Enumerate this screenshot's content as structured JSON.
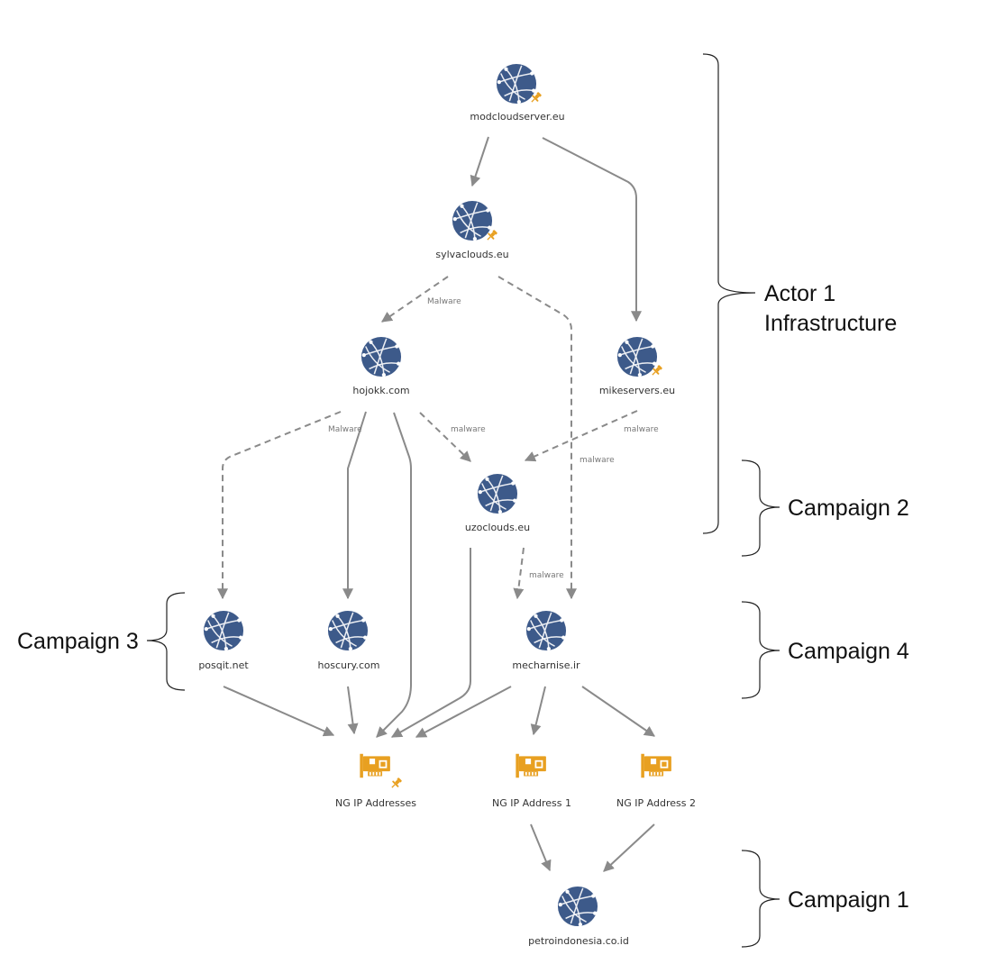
{
  "colors": {
    "domain_icon": "#3d5a8a",
    "ip_icon": "#e8a021",
    "pin": "#e8a021",
    "edge": "#8a8a8a",
    "bracket": "#222222"
  },
  "nodes": {
    "modcloudserver": {
      "label": "modcloudserver.eu",
      "icon": "globe-icon",
      "pinned": true
    },
    "sylvaclouds": {
      "label": "sylvaclouds.eu",
      "icon": "globe-icon",
      "pinned": true
    },
    "hojokk": {
      "label": "hojokk.com",
      "icon": "globe-icon",
      "pinned": false
    },
    "mikeservers": {
      "label": "mikeservers.eu",
      "icon": "globe-icon",
      "pinned": true
    },
    "uzoclouds": {
      "label": "uzoclouds.eu",
      "icon": "globe-icon",
      "pinned": false
    },
    "posqit": {
      "label": "posqit.net",
      "icon": "globe-icon",
      "pinned": false
    },
    "hoscury": {
      "label": "hoscury.com",
      "icon": "globe-icon",
      "pinned": false
    },
    "mecharnise": {
      "label": "mecharnise.ir",
      "icon": "globe-icon",
      "pinned": false
    },
    "ng_ip_addresses": {
      "label": "NG IP Addresses",
      "icon": "network-card-icon",
      "pinned": true
    },
    "ng_ip_1": {
      "label": "NG IP Address 1",
      "icon": "network-card-icon",
      "pinned": false
    },
    "ng_ip_2": {
      "label": "NG IP Address 2",
      "icon": "network-card-icon",
      "pinned": false
    },
    "petroindonesia": {
      "label": "petroindonesia.co.id",
      "icon": "globe-icon",
      "pinned": false
    }
  },
  "edge_labels": {
    "sylva_hojokk": "Malware",
    "hojokk_posqit": "Malware",
    "hojokk_uzo": "malware",
    "mike_uzo": "malware",
    "sylva_mech": "malware",
    "uzo_mech": "malware"
  },
  "groups": {
    "actor1": {
      "lines": [
        "Actor 1",
        "Infrastructure"
      ]
    },
    "campaign2": {
      "label": "Campaign 2"
    },
    "campaign3": {
      "label": "Campaign 3"
    },
    "campaign4": {
      "label": "Campaign 4"
    },
    "campaign1": {
      "label": "Campaign 1"
    }
  }
}
